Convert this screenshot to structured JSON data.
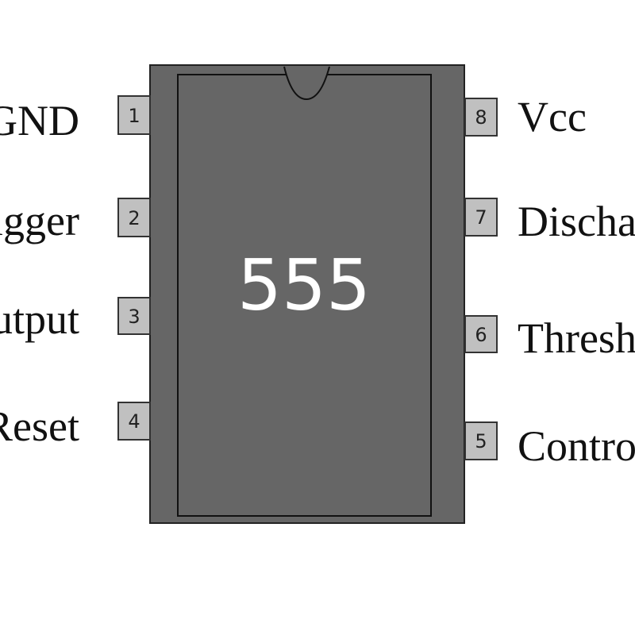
{
  "chip": {
    "label": "555",
    "body_color": "#666666",
    "pin_color": "#c0c0c0"
  },
  "pins": [
    {
      "number": "1",
      "name": "GND"
    },
    {
      "number": "2",
      "name": "Trigger"
    },
    {
      "number": "3",
      "name": "Output"
    },
    {
      "number": "4",
      "name": "Reset"
    },
    {
      "number": "5",
      "name": "Control"
    },
    {
      "number": "6",
      "name": "Threshold"
    },
    {
      "number": "7",
      "name": "Discharge"
    },
    {
      "number": "8",
      "name": "Vcc"
    }
  ]
}
